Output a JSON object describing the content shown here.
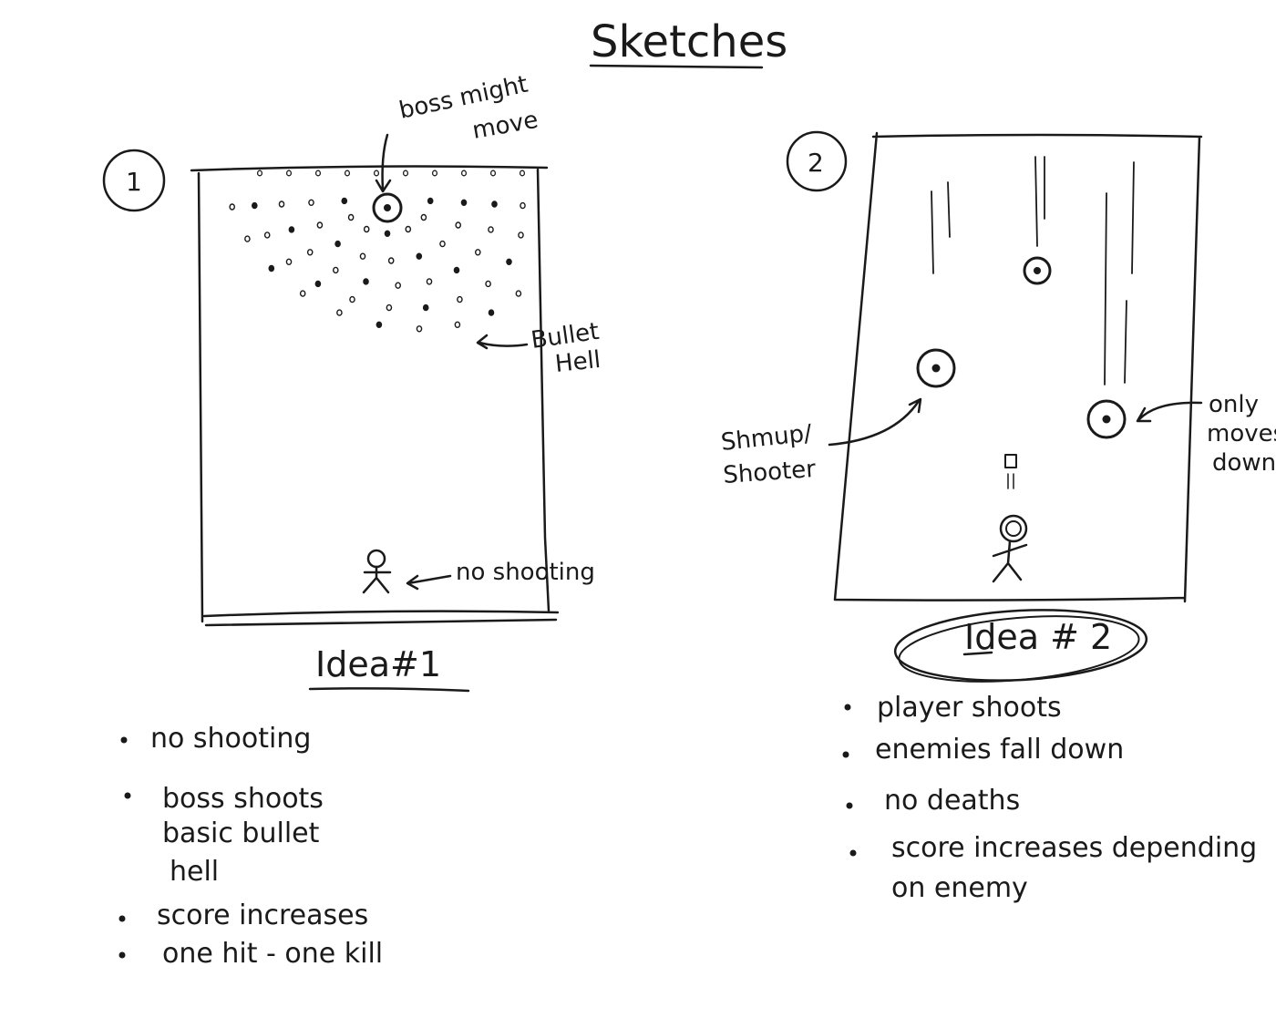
{
  "title": "Sketches",
  "idea1": {
    "number": "1",
    "heading": "Idea#1",
    "annotations": {
      "boss_line1": "boss might",
      "boss_line2": "move",
      "bullet_line1": "Bullet",
      "bullet_line2": "Hell",
      "player": "no shooting"
    },
    "bullets": [
      {
        "lines": [
          "no shooting"
        ]
      },
      {
        "lines": [
          "boss  shoots",
          "basic  bullet",
          "hell"
        ]
      },
      {
        "lines": [
          "score  increases"
        ]
      },
      {
        "lines": [
          "one hit - one kill"
        ]
      }
    ]
  },
  "idea2": {
    "number": "2",
    "heading": "Idea # 2",
    "annotations": {
      "shmup_line1": "Shmup/",
      "shmup_line2": "Shooter",
      "moves_line1": "only",
      "moves_line2": "moves",
      "moves_line3": "down"
    },
    "bullets": [
      {
        "lines": [
          "player shoots"
        ]
      },
      {
        "lines": [
          "enemies   fall  down"
        ]
      },
      {
        "lines": [
          "no   deaths"
        ]
      },
      {
        "lines": [
          "score  increases  depending",
          "on   enemy"
        ]
      }
    ]
  },
  "colors": {
    "ink": "#1a1a1a",
    "paper": "#ffffff"
  }
}
